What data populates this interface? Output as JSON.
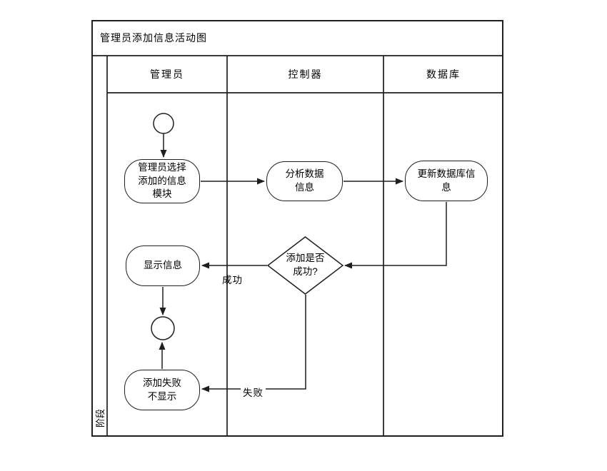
{
  "diagram": {
    "title": "管理员添加信息活动图",
    "phase_label": "阶段",
    "lanes": [
      {
        "label": "管理员"
      },
      {
        "label": "控制器"
      },
      {
        "label": "数据库"
      }
    ],
    "nodes": {
      "select_module": {
        "label": "管理员选择\n添加的信息\n模块"
      },
      "analyze_data": {
        "label": "分析数据\n信息"
      },
      "update_db": {
        "label": "更新数据库信\n息"
      },
      "decision": {
        "label": "添加是否\n成功?"
      },
      "show_info": {
        "label": "显示信息"
      },
      "add_fail": {
        "label": "添加失败\n不显示"
      }
    },
    "edge_labels": {
      "success": "成功",
      "fail": "失败"
    },
    "colors": {
      "line": "#1f1f1f",
      "background": "#ffffff",
      "text": "#000000"
    }
  }
}
